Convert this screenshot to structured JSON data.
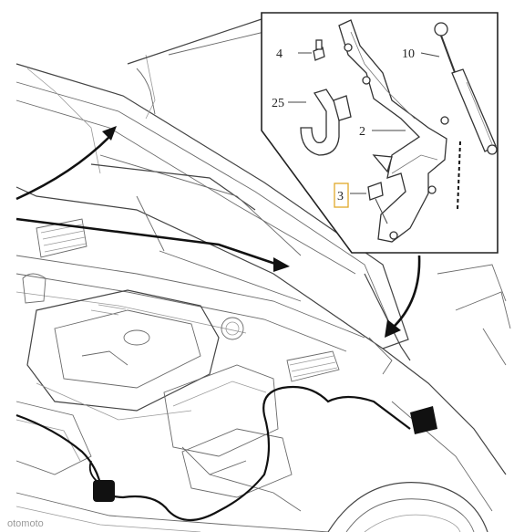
{
  "diagram": {
    "callouts": [
      {
        "id": "bolt-screw",
        "label": "4"
      },
      {
        "id": "gas-strut",
        "label": "10"
      },
      {
        "id": "clip",
        "label": "25"
      },
      {
        "id": "hinge-bracket",
        "label": "2"
      },
      {
        "id": "mounting-bolt",
        "label": "3",
        "highlighted": true
      }
    ],
    "highlight_color": "#e0a92a",
    "watermark": "otomoto"
  }
}
